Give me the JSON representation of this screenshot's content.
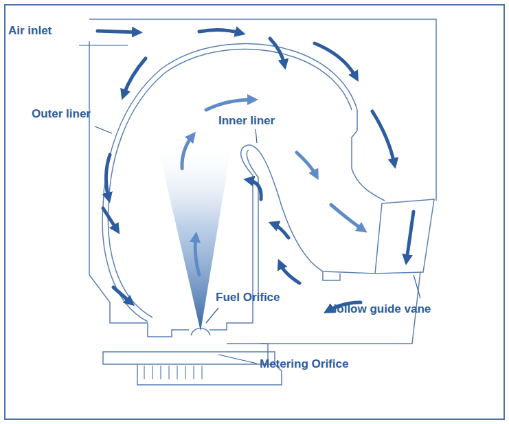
{
  "diagram": {
    "labels": [
      "Air inlet",
      "Outer liner",
      "Inner liner",
      "Fuel Orifice",
      "Metering Orifice",
      "Hollow guide vane"
    ]
  }
}
